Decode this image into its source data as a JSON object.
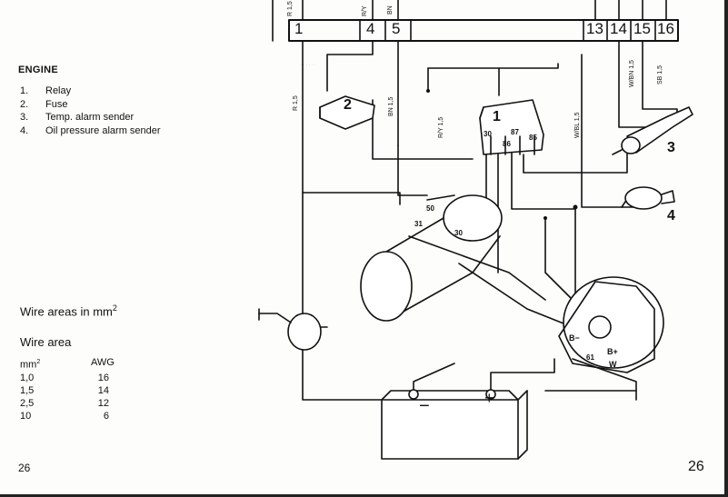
{
  "legend": {
    "title": "ENGINE",
    "items": [
      {
        "num": "1.",
        "label": "Relay"
      },
      {
        "num": "2.",
        "label": "Fuse"
      },
      {
        "num": "3.",
        "label": "Temp. alarm sender"
      },
      {
        "num": "4.",
        "label": "Oil pressure alarm sender"
      }
    ]
  },
  "wire_areas": {
    "title": "Wire areas in mm",
    "title_sup": "2",
    "subtitle": "Wire area",
    "col_mm": "mm",
    "col_mm_sup": "2",
    "col_awg": "AWG",
    "rows": [
      {
        "mm": "1,0",
        "awg": "16"
      },
      {
        "mm": "1,5",
        "awg": "14"
      },
      {
        "mm": "2,5",
        "awg": "12"
      },
      {
        "mm": "10",
        "awg": "6"
      }
    ]
  },
  "terminal_strip": {
    "left": [
      "1",
      "4",
      "5"
    ],
    "right": [
      "13",
      "14",
      "15",
      "16"
    ]
  },
  "wire_labels": {
    "r15_top": "R 1,5",
    "ry_top": "R/Y",
    "bn_top": "BN",
    "r15": "R 1,5",
    "bn15": "BN 1,5",
    "ry15": "R/Y 1,5",
    "wbn15": "W/BN 1,5",
    "sb15": "SB 1,5",
    "wbl15": "W/BL 1,5"
  },
  "components": {
    "relay": "1",
    "fuse": "2",
    "temp_sender": "3",
    "oil_sender": "4",
    "relay_pins": [
      "30",
      "87",
      "86",
      "85"
    ],
    "starter_pins": [
      "50",
      "31",
      "30"
    ],
    "alternator_pins": [
      "B−",
      "B+",
      "61",
      "W"
    ],
    "battery_minus": "−",
    "battery_plus": "+"
  },
  "page": {
    "left_number": "26",
    "right_number": "26"
  }
}
